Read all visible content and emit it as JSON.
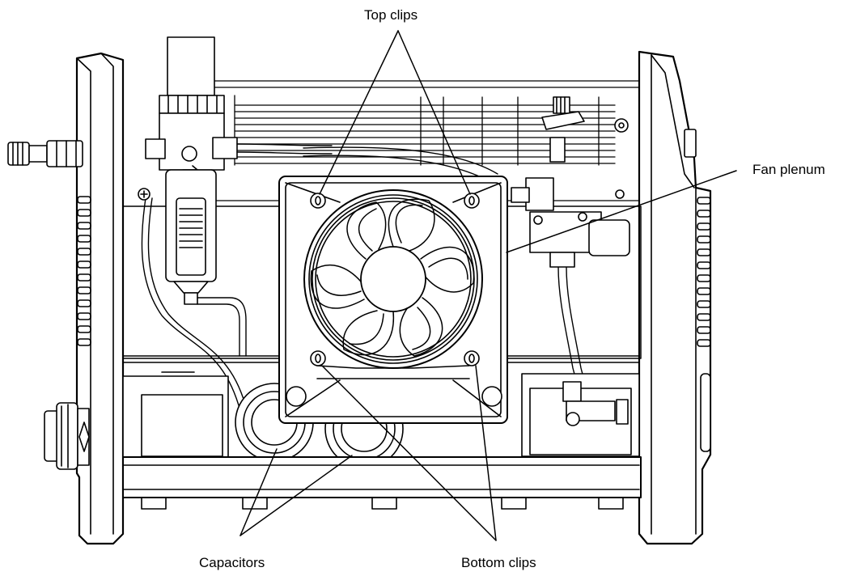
{
  "labels": {
    "top_clips": "Top clips",
    "fan_plenum": "Fan plenum",
    "capacitors": "Capacitors",
    "bottom_clips": "Bottom clips"
  },
  "colors": {
    "line": "#000000",
    "background": "#ffffff"
  },
  "icons": {
    "arrow": "right-arrow-icon"
  }
}
